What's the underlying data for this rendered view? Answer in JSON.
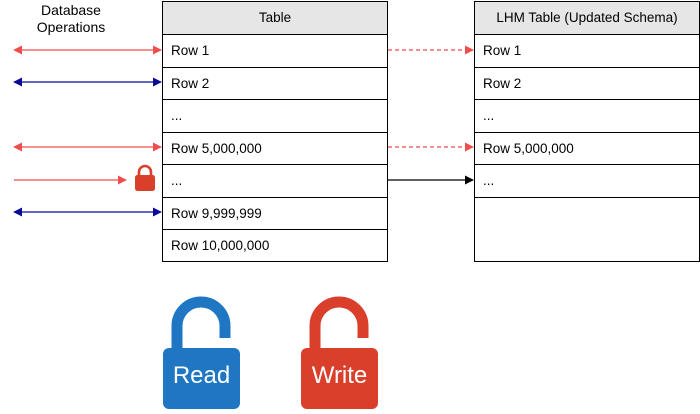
{
  "ops_label": "Database\nOperations",
  "source_table": {
    "title": "Table",
    "rows": [
      "Row 1",
      "Row 2",
      "...",
      "Row 5,000,000",
      "...",
      "Row 9,999,999",
      "Row 10,000,000"
    ]
  },
  "lhm_table": {
    "title": "LHM Table (Updated Schema)",
    "rows": [
      "Row 1",
      "Row 2",
      "...",
      "Row 5,000,000",
      "..."
    ]
  },
  "colors": {
    "read": "#1f77c4",
    "write": "#d93f2b",
    "red_arrow": "#f04e4e",
    "blue_arrow": "#0a0a96",
    "header_bg": "#e6e6e6"
  },
  "read_lock": {
    "label": "Read",
    "icon": "unlocked-padlock-icon"
  },
  "write_lock": {
    "label": "Write",
    "icon": "unlocked-padlock-icon"
  },
  "row_lock_icon": "locked-padlock-icon"
}
